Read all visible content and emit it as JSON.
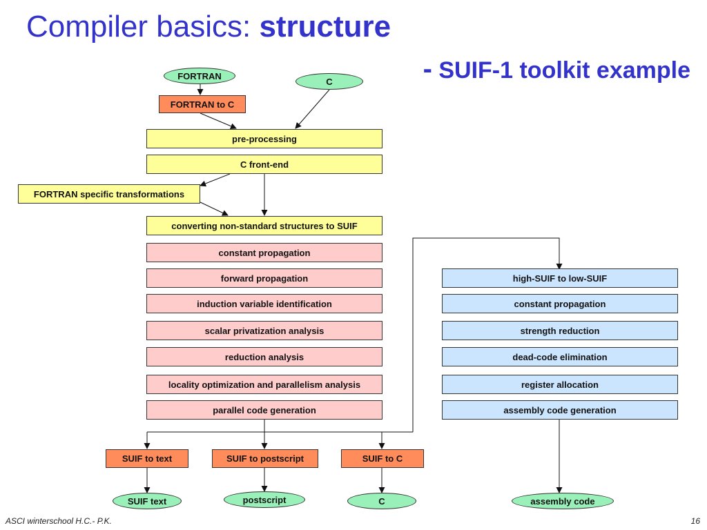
{
  "title": {
    "main_prefix": "Compiler basics: ",
    "main_bold": "structure",
    "sub_dash": "-",
    "sub_text": "SUIF-1 toolkit example"
  },
  "nodes": {
    "fortran_input": "FORTRAN",
    "c_input": "C",
    "fortran_to_c": "FORTRAN to C",
    "pre_processing": "pre-processing",
    "c_front_end": "C front-end",
    "fortran_specific": "FORTRAN specific transformations",
    "converting": "converting non-standard structures to SUIF",
    "constant_propagation": "constant propagation",
    "forward_propagation": "forward propagation",
    "induction_variable": "induction variable identification",
    "scalar_privatization": "scalar privatization analysis",
    "reduction_analysis": "reduction analysis",
    "locality_optimization": "locality optimization and parallelism analysis",
    "parallel_code_generation": "parallel code generation",
    "high_to_low": "high-SUIF to low-SUIF",
    "constant_propagation_2": "constant propagation",
    "strength_reduction": "strength reduction",
    "dead_code": "dead-code elimination",
    "register_allocation": "register allocation",
    "assembly_generation": "assembly code generation",
    "suif_to_text": "SUIF to text",
    "suif_to_postscript": "SUIF to postscript",
    "suif_to_c": "SUIF to C",
    "suif_text_output": "SUIF text",
    "postscript_output": "postscript",
    "c_output": "C",
    "assembly_output": "assembly code"
  },
  "footer": {
    "left": "ASCI winterschool  H.C.- P.K.",
    "page": "16"
  }
}
